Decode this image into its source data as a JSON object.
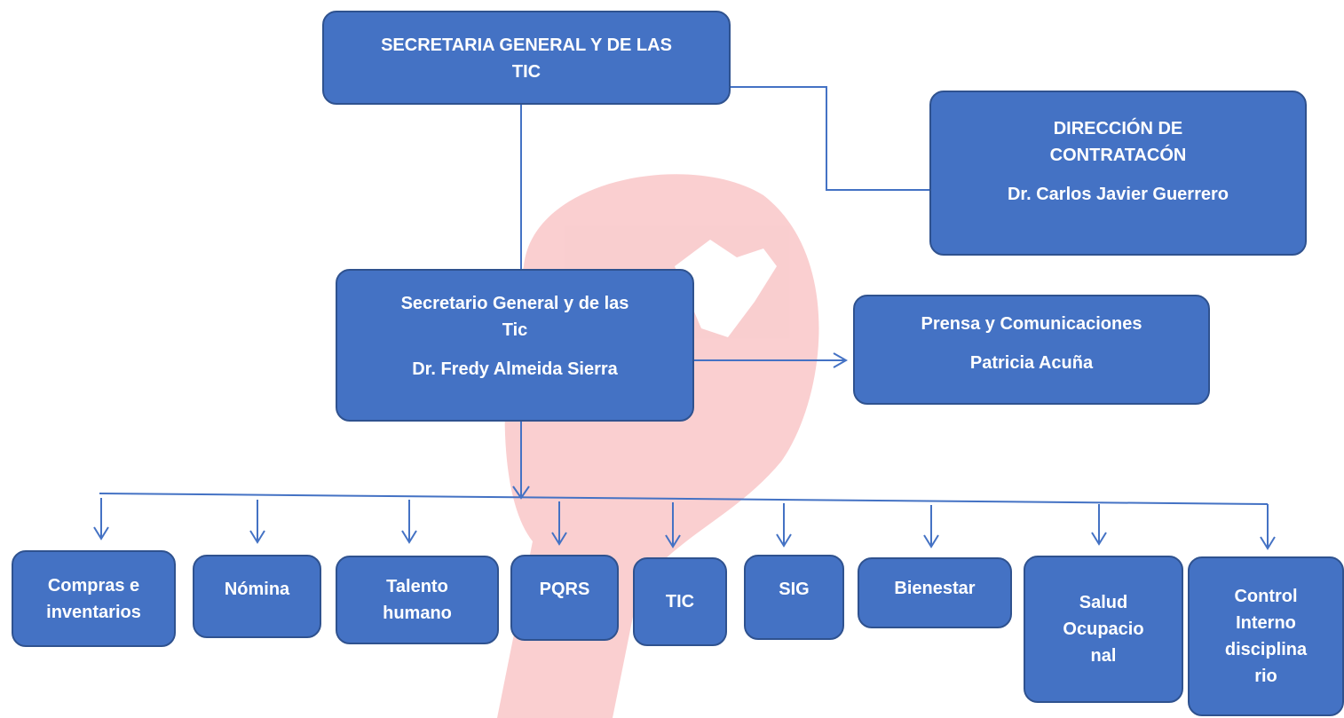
{
  "diagram": {
    "top": {
      "line1": "SECRETARIA GENERAL Y DE LAS",
      "line2": "TIC"
    },
    "contratacion": {
      "line1": "DIRECCIÓN DE",
      "line2": "CONTRATACÓN",
      "person": "Dr. Carlos Javier Guerrero"
    },
    "secretario": {
      "line1": "Secretario General y de las",
      "line2": "Tic",
      "person": "Dr. Fredy Almeida Sierra"
    },
    "prensa": {
      "line1": "Prensa y Comunicaciones",
      "person": "Patricia Acuña"
    },
    "units": [
      {
        "lines": [
          "Compras e",
          "inventarios"
        ]
      },
      {
        "lines": [
          "Nómina"
        ]
      },
      {
        "lines": [
          "Talento",
          "humano"
        ]
      },
      {
        "lines": [
          "PQRS"
        ]
      },
      {
        "lines": [
          "TIC"
        ]
      },
      {
        "lines": [
          "SIG"
        ]
      },
      {
        "lines": [
          "Bienestar"
        ]
      },
      {
        "lines": [
          "Salud",
          "Ocupacio",
          "nal"
        ]
      },
      {
        "lines": [
          "Control",
          "Interno",
          "disciplina",
          "rio"
        ]
      }
    ],
    "colors": {
      "box_fill": "#4472c4",
      "box_border": "#2f528f",
      "connector": "#4472c4",
      "watermark": "#e8262b"
    }
  }
}
